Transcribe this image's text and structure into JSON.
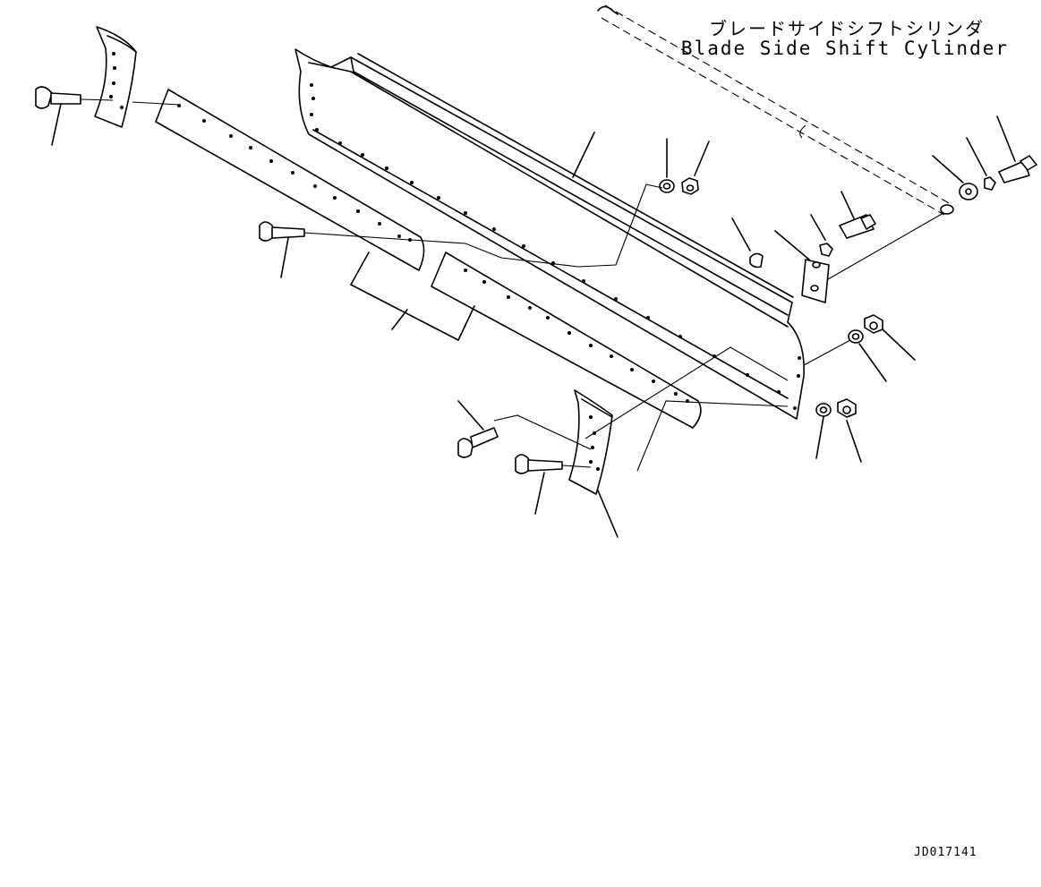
{
  "title": {
    "japanese": "ブレードサイドシフトシリンダ",
    "english": "Blade Side Shift Cylinder"
  },
  "figure_number": "JD017141"
}
